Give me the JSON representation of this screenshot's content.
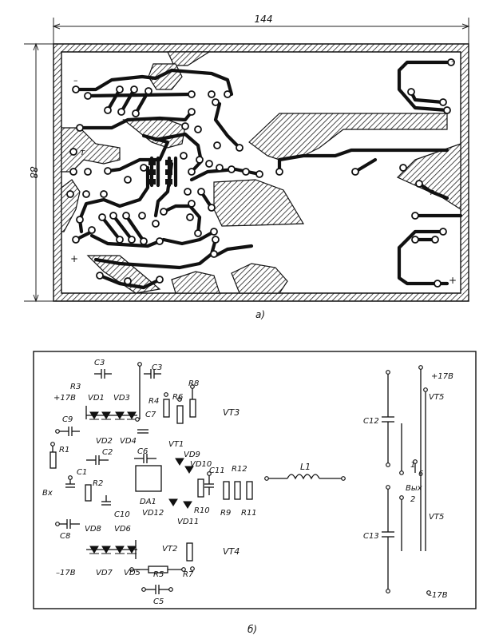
{
  "pcb": {
    "dim_width": "144",
    "dim_height": "88",
    "caption": "а)",
    "pad_minus_left": "–",
    "pad_minus_right": "–",
    "pad_t_left": "т",
    "pad_t_right": "т",
    "pad_plus_left": "+",
    "pad_plus_right": "+"
  },
  "schematic": {
    "caption": "б)",
    "labels": {
      "C3a": "C3",
      "C3b": "C3",
      "R3": "R3",
      "R8": "R8",
      "p17": "+17В",
      "VD1": "VD1",
      "VD3": "VD3",
      "R4": "R4",
      "R6": "R6",
      "C9": "C9",
      "C7": "C7",
      "VT3": "VT3",
      "VD2": "VD2",
      "VD4": "VD4",
      "VT1": "VT1",
      "R1": "R1",
      "C2": "C2",
      "C6": "C6",
      "VD9": "VD9",
      "VD10": "VD10",
      "R12": "R12",
      "C1": "C1",
      "C11": "C11",
      "Bx": "Вх",
      "R2": "R2",
      "C10": "C10",
      "DA1": "DA1",
      "VD12": "VD12",
      "R10": "R10",
      "R9": "R9",
      "R11": "R11",
      "C8": "C8",
      "VD11": "VD11",
      "VD8": "VD8",
      "VD6": "VD6",
      "VT2": "VT2",
      "VT4": "VT4",
      "m17": "–17В",
      "VD7": "VD7",
      "VD5": "VD5",
      "R5": "R5",
      "R7": "R7",
      "C5": "C5",
      "L1": "L1",
      "C12": "C12",
      "C13": "C13",
      "p17r": "+17В",
      "VT5a": "VT5",
      "VT5b": "VT5",
      "m17r": "–17В",
      "Vyx": "Вых",
      "out1": "1",
      "out6": "6",
      "out2": "2"
    }
  }
}
